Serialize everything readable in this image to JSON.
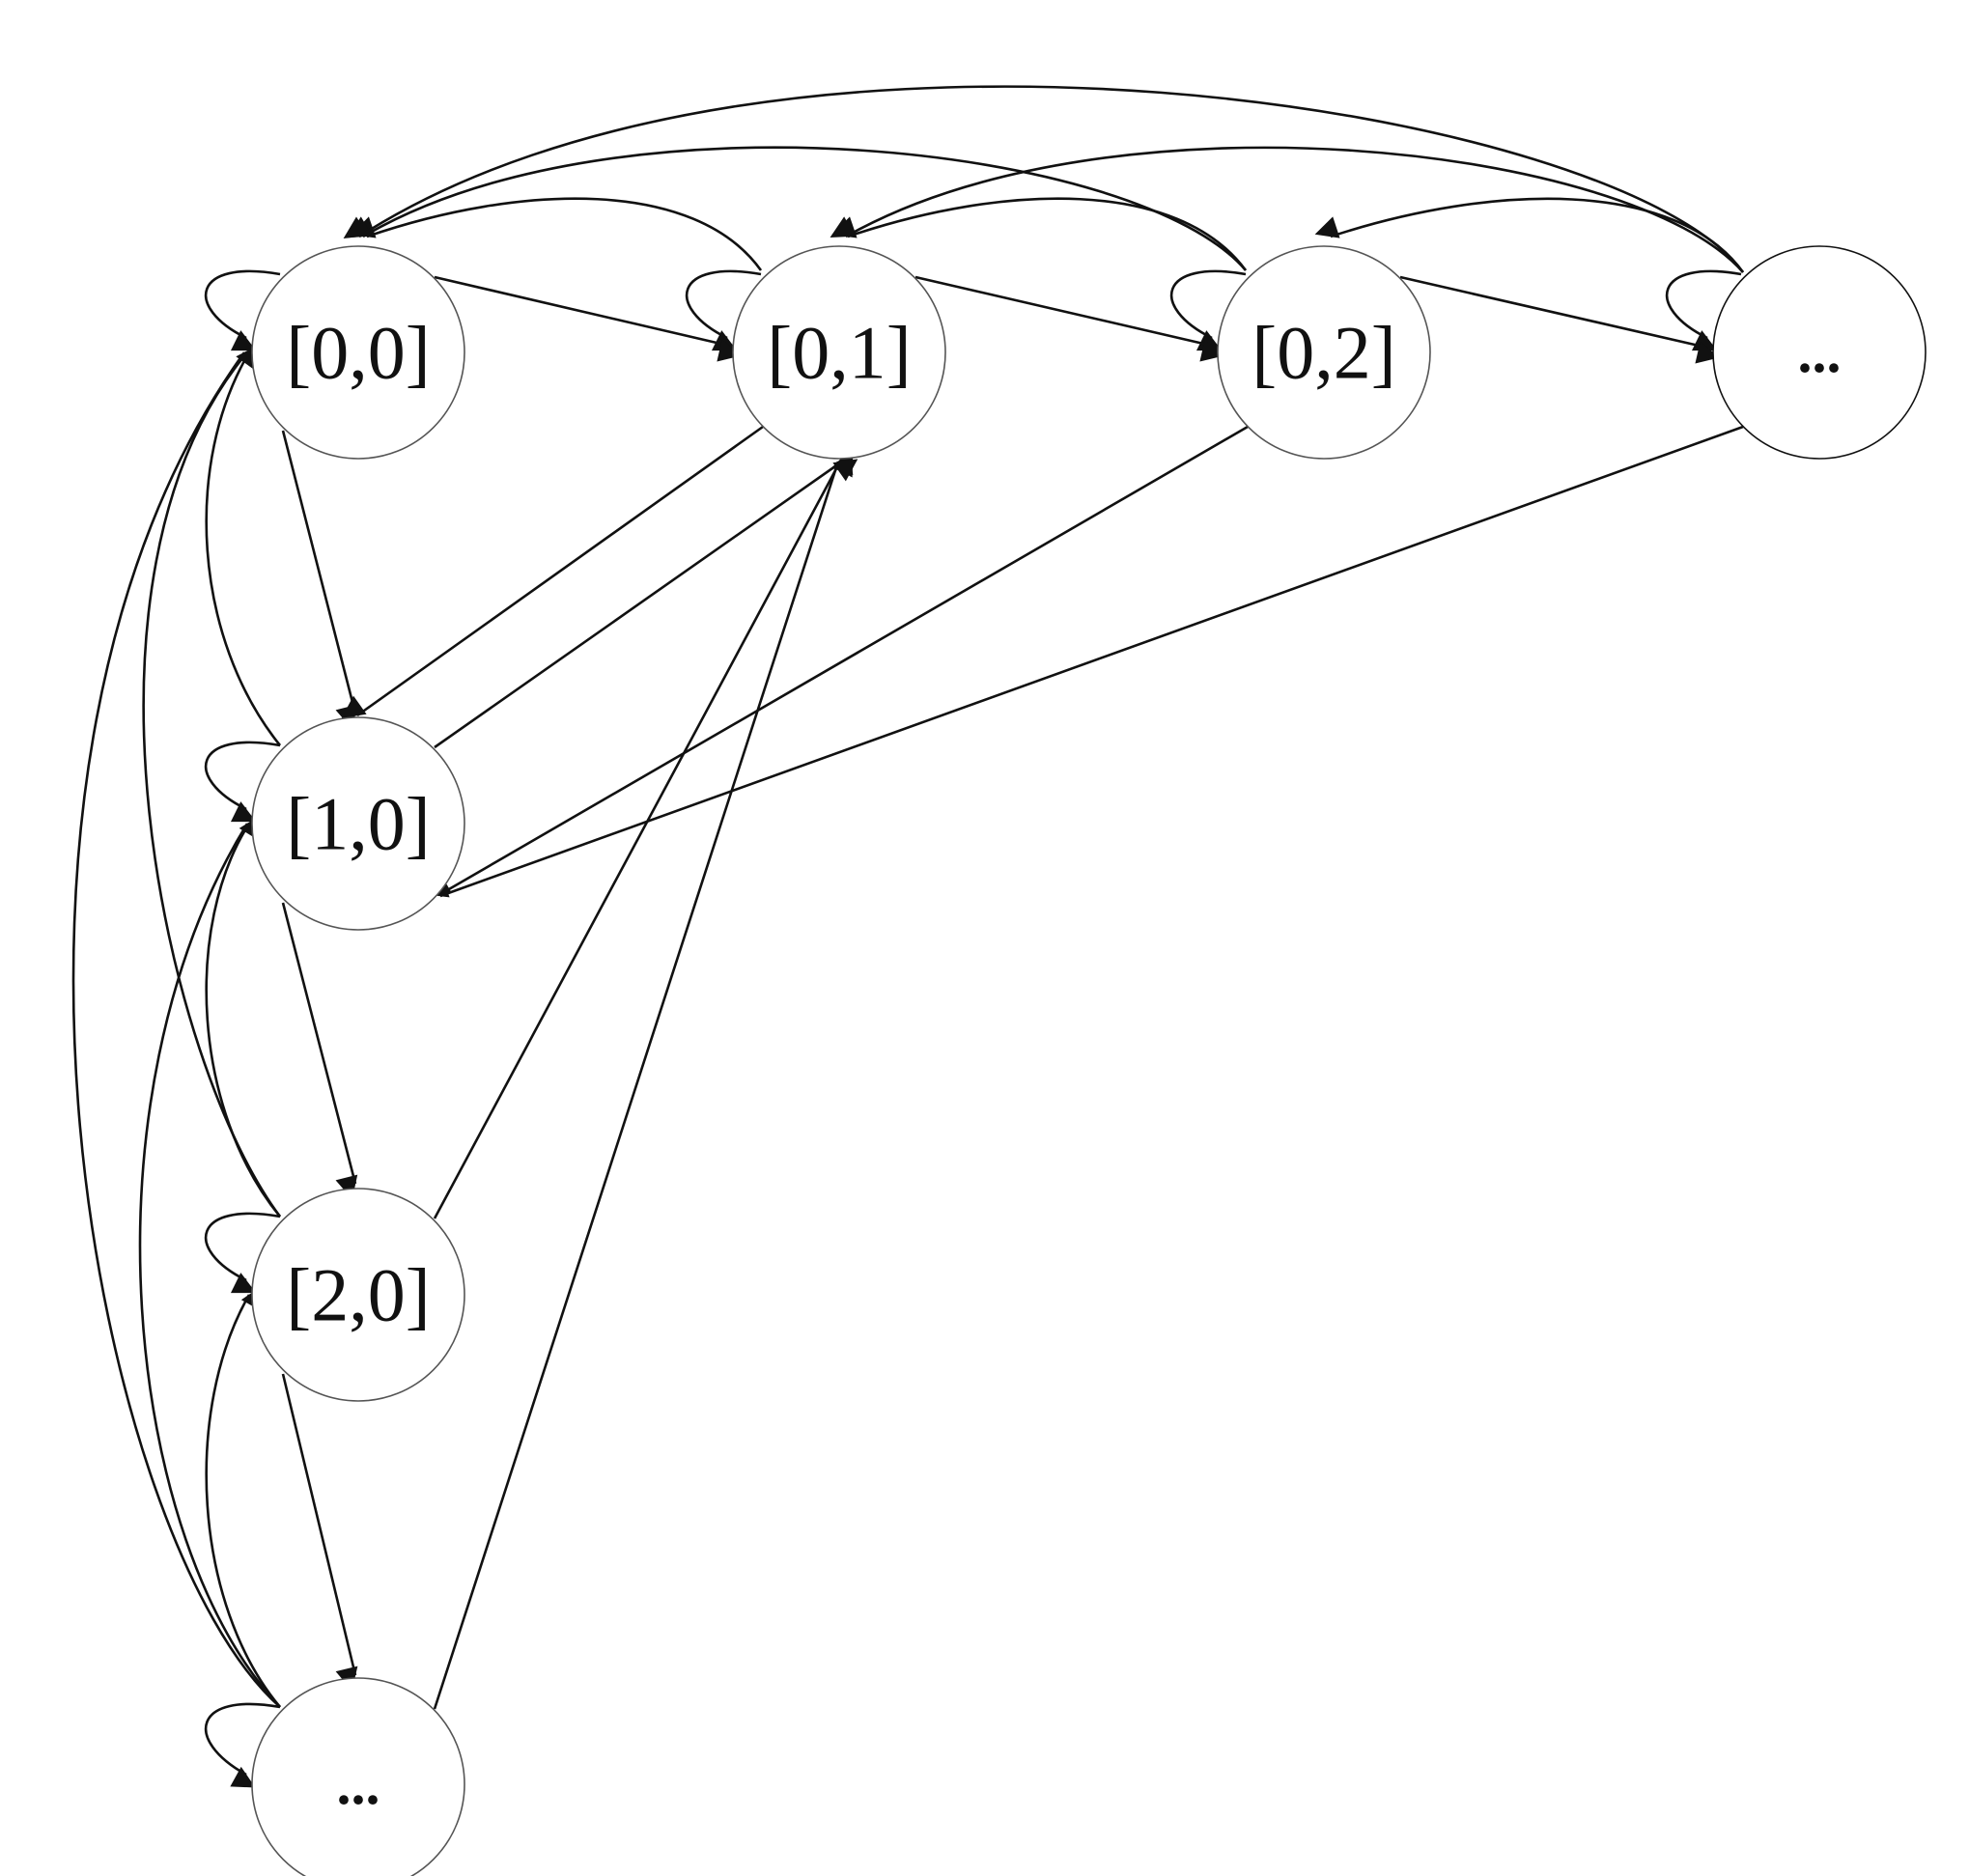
{
  "diagram": {
    "nodes": [
      {
        "id": "n00",
        "label": "[0,0]"
      },
      {
        "id": "n01",
        "label": "[0,1]"
      },
      {
        "id": "n02",
        "label": "[0,2]"
      },
      {
        "id": "n0x",
        "label": "..."
      },
      {
        "id": "n10",
        "label": "[1,0]"
      },
      {
        "id": "n20",
        "label": "[2,0]"
      },
      {
        "id": "nx0",
        "label": "..."
      }
    ],
    "edges": [
      {
        "from": "n00",
        "to": "n00"
      },
      {
        "from": "n01",
        "to": "n01"
      },
      {
        "from": "n02",
        "to": "n02"
      },
      {
        "from": "n0x",
        "to": "n0x"
      },
      {
        "from": "n10",
        "to": "n10"
      },
      {
        "from": "n20",
        "to": "n20"
      },
      {
        "from": "nx0",
        "to": "nx0"
      },
      {
        "from": "n00",
        "to": "n01"
      },
      {
        "from": "n01",
        "to": "n02"
      },
      {
        "from": "n02",
        "to": "n0x"
      },
      {
        "from": "n00",
        "to": "n10"
      },
      {
        "from": "n10",
        "to": "n20"
      },
      {
        "from": "n20",
        "to": "nx0"
      },
      {
        "from": "n01",
        "to": "n00"
      },
      {
        "from": "n02",
        "to": "n00"
      },
      {
        "from": "n0x",
        "to": "n00"
      },
      {
        "from": "n02",
        "to": "n01"
      },
      {
        "from": "n0x",
        "to": "n01"
      },
      {
        "from": "n0x",
        "to": "n02"
      },
      {
        "from": "n10",
        "to": "n00"
      },
      {
        "from": "n20",
        "to": "n00"
      },
      {
        "from": "nx0",
        "to": "n00"
      },
      {
        "from": "n20",
        "to": "n10"
      },
      {
        "from": "nx0",
        "to": "n10"
      },
      {
        "from": "nx0",
        "to": "n20"
      },
      {
        "from": "n01",
        "to": "n10"
      },
      {
        "from": "n10",
        "to": "n01"
      },
      {
        "from": "n20",
        "to": "n01"
      },
      {
        "from": "nx0",
        "to": "n01"
      },
      {
        "from": "n02",
        "to": "n10"
      },
      {
        "from": "n0x",
        "to": "n10"
      }
    ]
  }
}
